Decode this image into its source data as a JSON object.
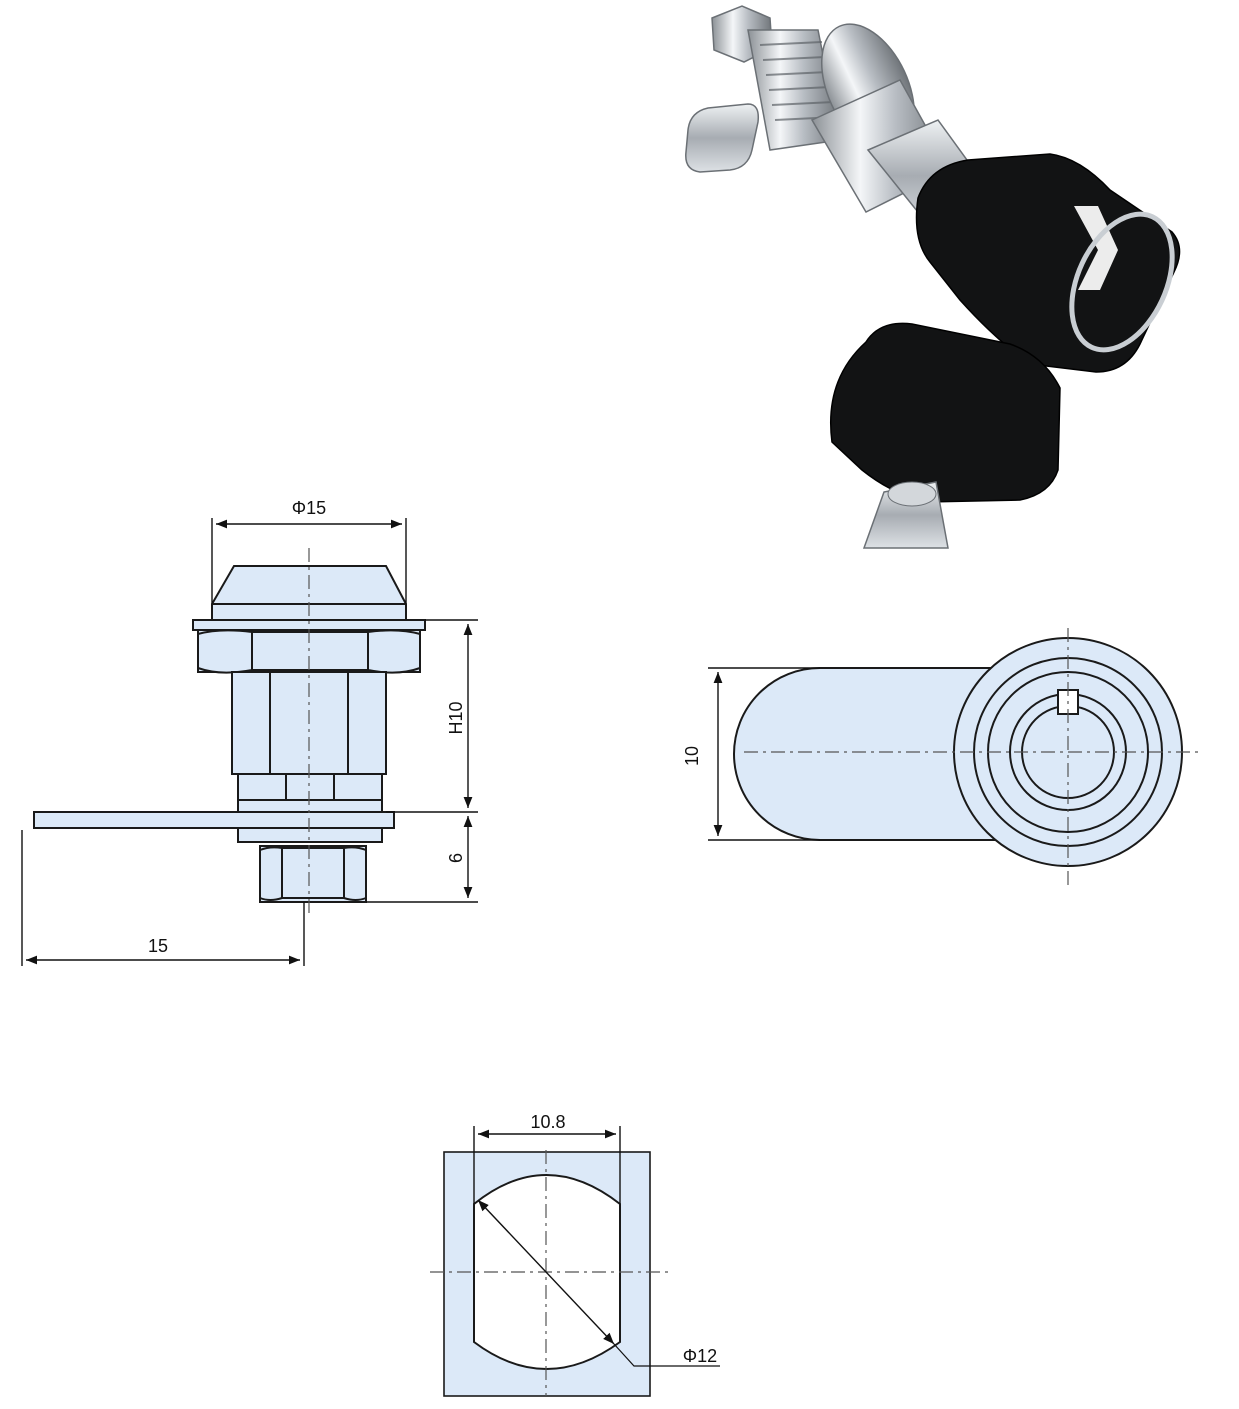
{
  "photo": {
    "subject": "cam-lock-with-two-keys"
  },
  "side_view": {
    "dim_diameter": "Φ15",
    "dim_height": "H10",
    "dim_nut": "6",
    "dim_cam_length": "15"
  },
  "front_view": {
    "dim_width": "10"
  },
  "cutout_view": {
    "dim_width": "10.8",
    "dim_diameter": "Φ12"
  },
  "colors": {
    "fill": "#dce9f8",
    "stroke": "#1a1a1a",
    "background": "#ffffff"
  }
}
